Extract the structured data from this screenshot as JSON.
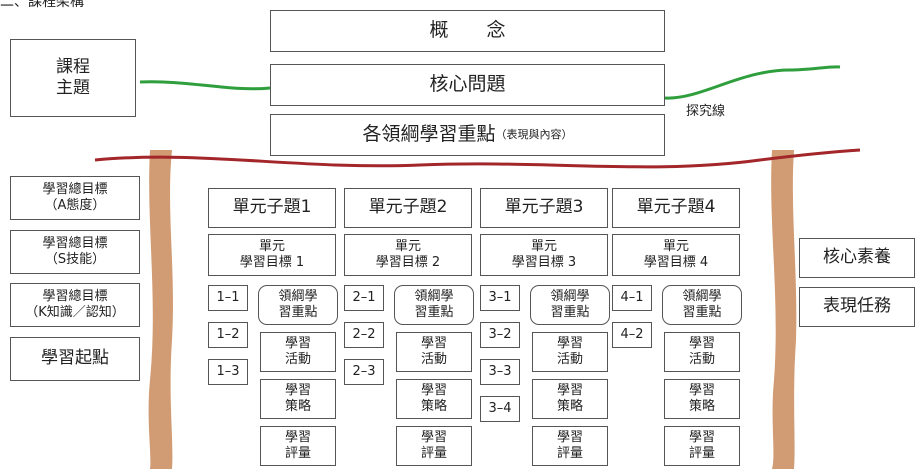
{
  "header_fragment": "二、課程架構",
  "center": {
    "concept": "概　　念",
    "core_question": "核心問題",
    "domain_focus_main": "各領綱學習重點",
    "domain_focus_note": "（表現與內容）",
    "inquiry_line_label": "探究線"
  },
  "left": {
    "course_topic": "課程\n主題",
    "goals": [
      "學習總目標\n（A態度）",
      "學習總目標\n（S技能）",
      "學習總目標\n（K知識／認知）"
    ],
    "starting_point": "學習起點"
  },
  "right": {
    "core_literacy": "核心素養",
    "performance_task": "表現任務"
  },
  "units": [
    {
      "title": "單元子題1",
      "objective": "單元\n學習目標 1",
      "items": [
        "1–1",
        "1–2",
        "1–3"
      ]
    },
    {
      "title": "單元子題2",
      "objective": "單元\n學習目標 2",
      "items": [
        "2–1",
        "2–2",
        "2–3"
      ]
    },
    {
      "title": "單元子題3",
      "objective": "單元\n學習目標 3",
      "items": [
        "3–1",
        "3–2",
        "3–3",
        "3–4"
      ]
    },
    {
      "title": "單元子題4",
      "objective": "單元\n學習目標 4",
      "items": [
        "4–1",
        "4–2"
      ]
    }
  ],
  "unit_boxes": {
    "domain_focus": "領綱學\n習重點",
    "activity": "學習\n活動",
    "strategy": "學習\n策略",
    "assessment": "學習\n評量"
  },
  "colors": {
    "green_line": "#2f9e3c",
    "red_line": "#a3262a",
    "post": "#c98a5b",
    "border": "#555555"
  }
}
